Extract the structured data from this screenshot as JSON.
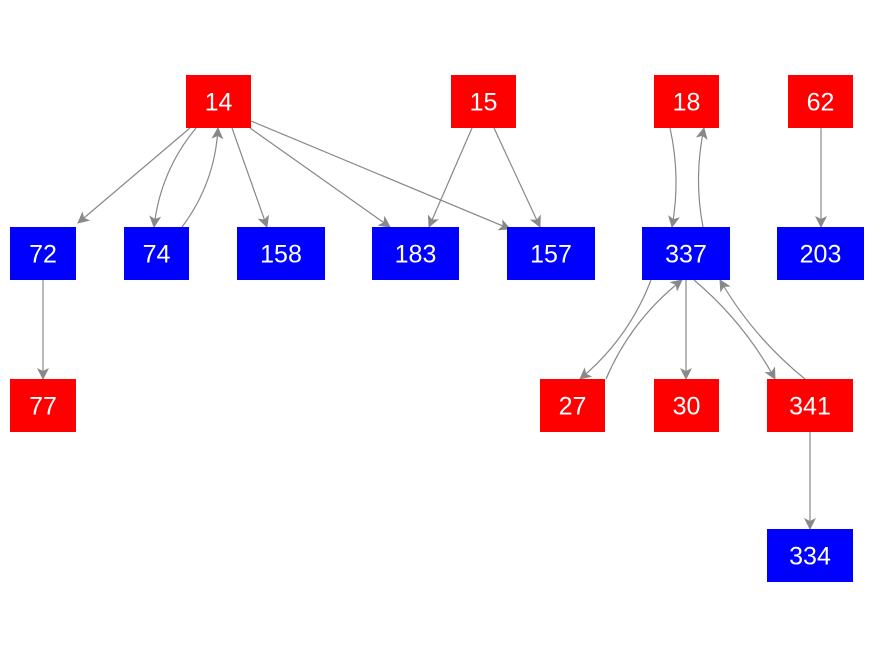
{
  "colors": {
    "red_node": "#ff0000",
    "blue_node": "#0000ff",
    "edge": "#888888",
    "label": "#ffffff"
  },
  "nodes": [
    {
      "id": "14",
      "label": "14",
      "color": "red"
    },
    {
      "id": "15",
      "label": "15",
      "color": "red"
    },
    {
      "id": "18",
      "label": "18",
      "color": "red"
    },
    {
      "id": "62",
      "label": "62",
      "color": "red"
    },
    {
      "id": "72",
      "label": "72",
      "color": "blue"
    },
    {
      "id": "74",
      "label": "74",
      "color": "blue"
    },
    {
      "id": "158",
      "label": "158",
      "color": "blue"
    },
    {
      "id": "183",
      "label": "183",
      "color": "blue"
    },
    {
      "id": "157",
      "label": "157",
      "color": "blue"
    },
    {
      "id": "337",
      "label": "337",
      "color": "blue"
    },
    {
      "id": "203",
      "label": "203",
      "color": "blue"
    },
    {
      "id": "77",
      "label": "77",
      "color": "red"
    },
    {
      "id": "27",
      "label": "27",
      "color": "red"
    },
    {
      "id": "30",
      "label": "30",
      "color": "red"
    },
    {
      "id": "341",
      "label": "341",
      "color": "red"
    },
    {
      "id": "334",
      "label": "334",
      "color": "blue"
    }
  ],
  "edges": [
    {
      "from": "14",
      "to": "72"
    },
    {
      "from": "14",
      "to": "74"
    },
    {
      "from": "74",
      "to": "14"
    },
    {
      "from": "14",
      "to": "158"
    },
    {
      "from": "14",
      "to": "183"
    },
    {
      "from": "14",
      "to": "157"
    },
    {
      "from": "15",
      "to": "183"
    },
    {
      "from": "15",
      "to": "157"
    },
    {
      "from": "18",
      "to": "337"
    },
    {
      "from": "337",
      "to": "18"
    },
    {
      "from": "62",
      "to": "203"
    },
    {
      "from": "72",
      "to": "77"
    },
    {
      "from": "337",
      "to": "27"
    },
    {
      "from": "27",
      "to": "337"
    },
    {
      "from": "337",
      "to": "30"
    },
    {
      "from": "337",
      "to": "341"
    },
    {
      "from": "341",
      "to": "337"
    },
    {
      "from": "341",
      "to": "334"
    }
  ]
}
